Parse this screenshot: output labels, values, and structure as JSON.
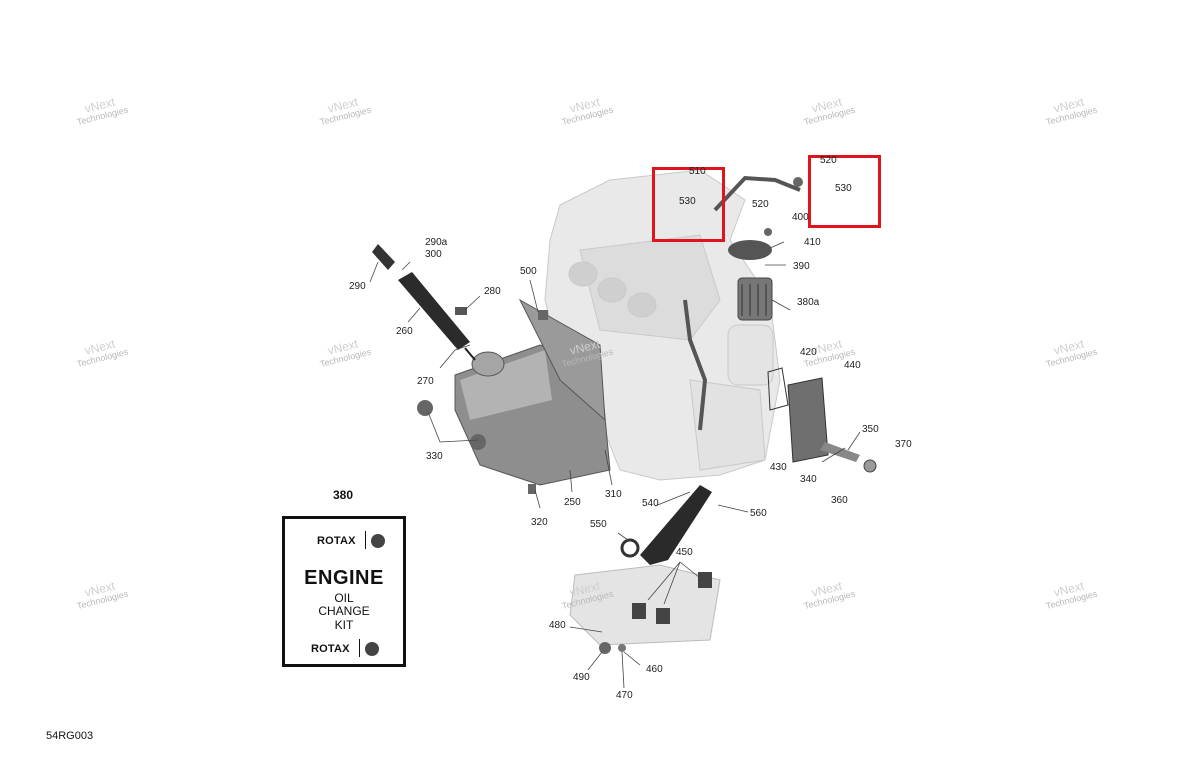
{
  "diagram_id": "54RG003",
  "watermark": {
    "line1": "vNext",
    "line2": "Technologies"
  },
  "kit": {
    "ref": "380",
    "brand": "ROTAX",
    "line1": "ENGINE",
    "line2": "OIL",
    "line3": "CHANGE",
    "line4": "KIT"
  },
  "highlights": [
    "530",
    "530"
  ],
  "callouts": {
    "c290a": "290a",
    "c300": "300",
    "c290": "290",
    "c280": "280",
    "c260": "260",
    "c270": "270",
    "c500": "500",
    "c330": "330",
    "c320": "320",
    "c250": "250",
    "c310b": "310",
    "c510": "510",
    "c530a": "530",
    "c520a": "520",
    "c520b": "520",
    "c530b": "530",
    "c400": "400",
    "c410": "410",
    "c390": "390",
    "c380a": "380a",
    "c420": "420",
    "c440": "440",
    "c430": "430",
    "c350": "350",
    "c370": "370",
    "c340": "340",
    "c360": "360",
    "c540": "540",
    "c560": "560",
    "c550": "550",
    "c450": "450",
    "c480": "480",
    "c490": "490",
    "c460": "460",
    "c470": "470"
  }
}
